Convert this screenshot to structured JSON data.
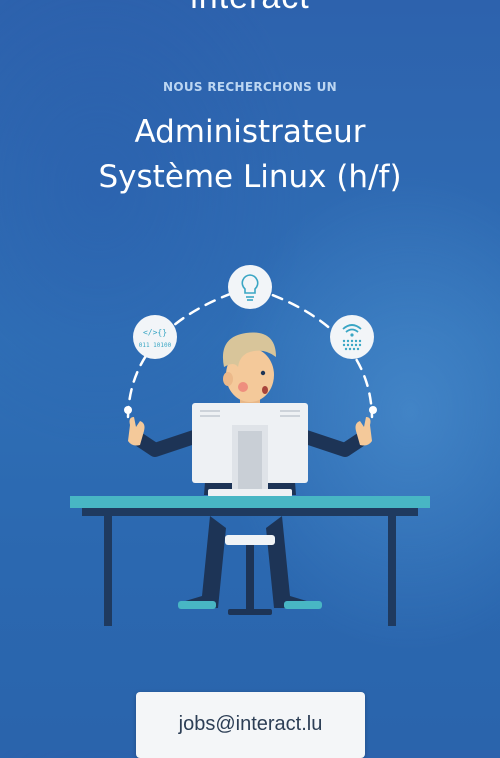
{
  "header": {
    "brand": "interact",
    "kicker": "NOUS RECHERCHONS UN",
    "title_line1": "Administrateur",
    "title_line2": "Système Linux (h/f)"
  },
  "illustration": {
    "code_icon_top": "</>{}",
    "code_icon_bottom": "011 10100",
    "icons": [
      "code-icon",
      "lightbulb-icon",
      "wifi-icon"
    ],
    "colors": {
      "icon_circle": "#f2f5f8",
      "desk_top": "#48b6c4",
      "desk_frame": "#1f3a5f",
      "skin": "#f4c99a",
      "hair": "#d8c59a",
      "shirt": "#1d3456",
      "monitor": "#eef1f4"
    }
  },
  "footer": {
    "contact_label": "jobs@interact.lu"
  }
}
